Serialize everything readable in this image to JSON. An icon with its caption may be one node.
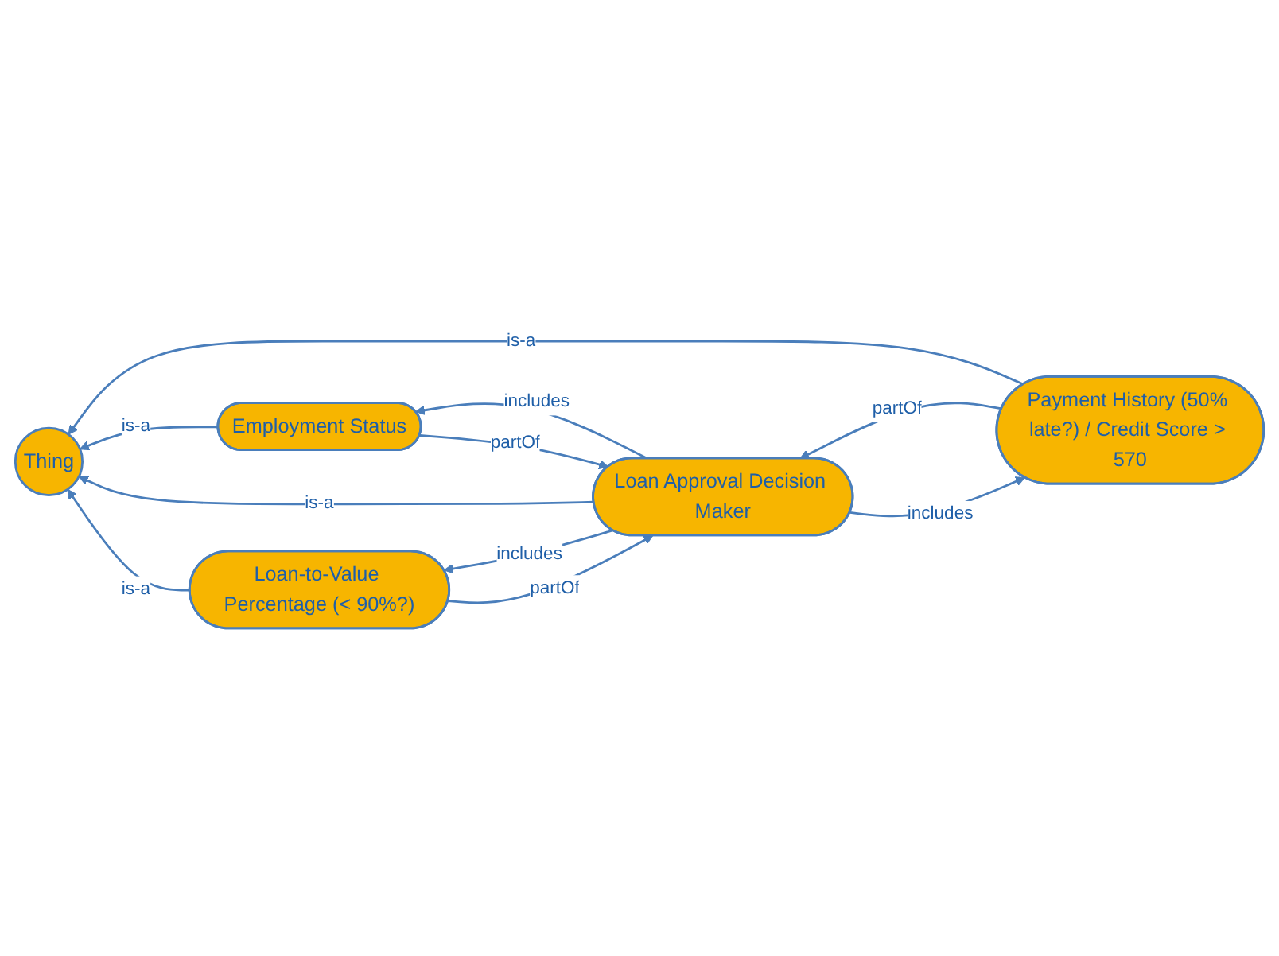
{
  "diagram": {
    "nodes": [
      {
        "text": [
          "Payment History (50% late?) / Credit Score > 570"
        ]
      },
      {
        "text": [
          "Employment Status"
        ]
      },
      {
        "text": [
          "Thing"
        ]
      },
      {
        "text": [
          "Loan Approval Decision Maker"
        ]
      },
      {
        "text": [
          "Loan-to-Value Percentage (< 90%?)"
        ]
      }
    ],
    "edges": [
      {
        "from": 0,
        "to": 2,
        "arrow": "to",
        "label": "is-a"
      },
      {
        "from": 3,
        "to": 0,
        "arrow": "to",
        "label": "includes"
      },
      {
        "from": 0,
        "to": 3,
        "arrow": "to",
        "label": "partOf"
      },
      {
        "from": 1,
        "to": 2,
        "arrow": "to",
        "label": "is-a"
      },
      {
        "from": 3,
        "to": 1,
        "arrow": "to",
        "label": "includes"
      },
      {
        "from": 1,
        "to": 3,
        "arrow": "to",
        "label": "partOf"
      },
      {
        "from": 3,
        "to": 2,
        "arrow": "to",
        "label": "is-a"
      },
      {
        "from": 4,
        "to": 2,
        "arrow": "to",
        "label": "is-a"
      },
      {
        "from": 3,
        "to": 4,
        "arrow": "to",
        "label": "includes"
      },
      {
        "from": 4,
        "to": 3,
        "arrow": "to",
        "label": "partOf"
      }
    ]
  }
}
